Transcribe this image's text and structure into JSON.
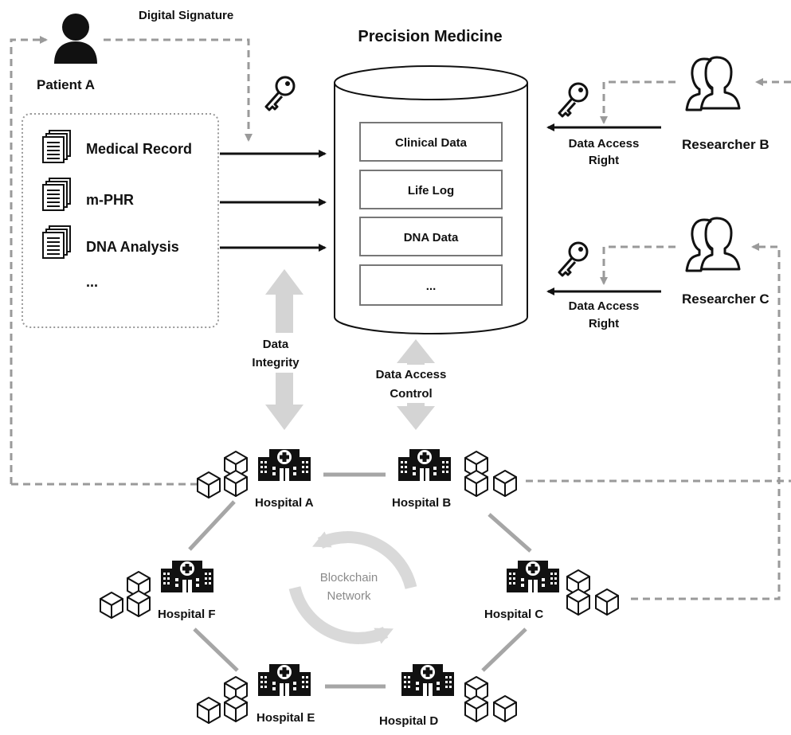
{
  "title": "Precision Medicine",
  "patient": {
    "name": "Patient A",
    "signature_label": "Digital Signature"
  },
  "records": [
    {
      "label": "Medical Record"
    },
    {
      "label": "m-PHR"
    },
    {
      "label": "DNA Analysis"
    },
    {
      "label": "..."
    }
  ],
  "database": {
    "items": [
      {
        "label": "Clinical Data"
      },
      {
        "label": "Life Log"
      },
      {
        "label": "DNA Data"
      },
      {
        "label": "..."
      }
    ]
  },
  "researchers": [
    {
      "name": "Researcher B",
      "access_line1": "Data Access",
      "access_line2": "Right"
    },
    {
      "name": "Researcher C",
      "access_line1": "Data Access",
      "access_line2": "Right"
    }
  ],
  "integrity": {
    "line1": "Data",
    "line2": "Integrity"
  },
  "access_control": {
    "line1": "Data Access",
    "line2": "Control"
  },
  "network": {
    "line1": "Blockchain",
    "line2": "Network"
  },
  "hospitals": [
    {
      "name": "Hospital A"
    },
    {
      "name": "Hospital B"
    },
    {
      "name": "Hospital C"
    },
    {
      "name": "Hospital D"
    },
    {
      "name": "Hospital E"
    },
    {
      "name": "Hospital F"
    }
  ],
  "colors": {
    "dashed": "#9a9a9a",
    "grey_arrow": "#cfcfcf",
    "ring_line": "#a6a6a6",
    "black": "#111111"
  }
}
